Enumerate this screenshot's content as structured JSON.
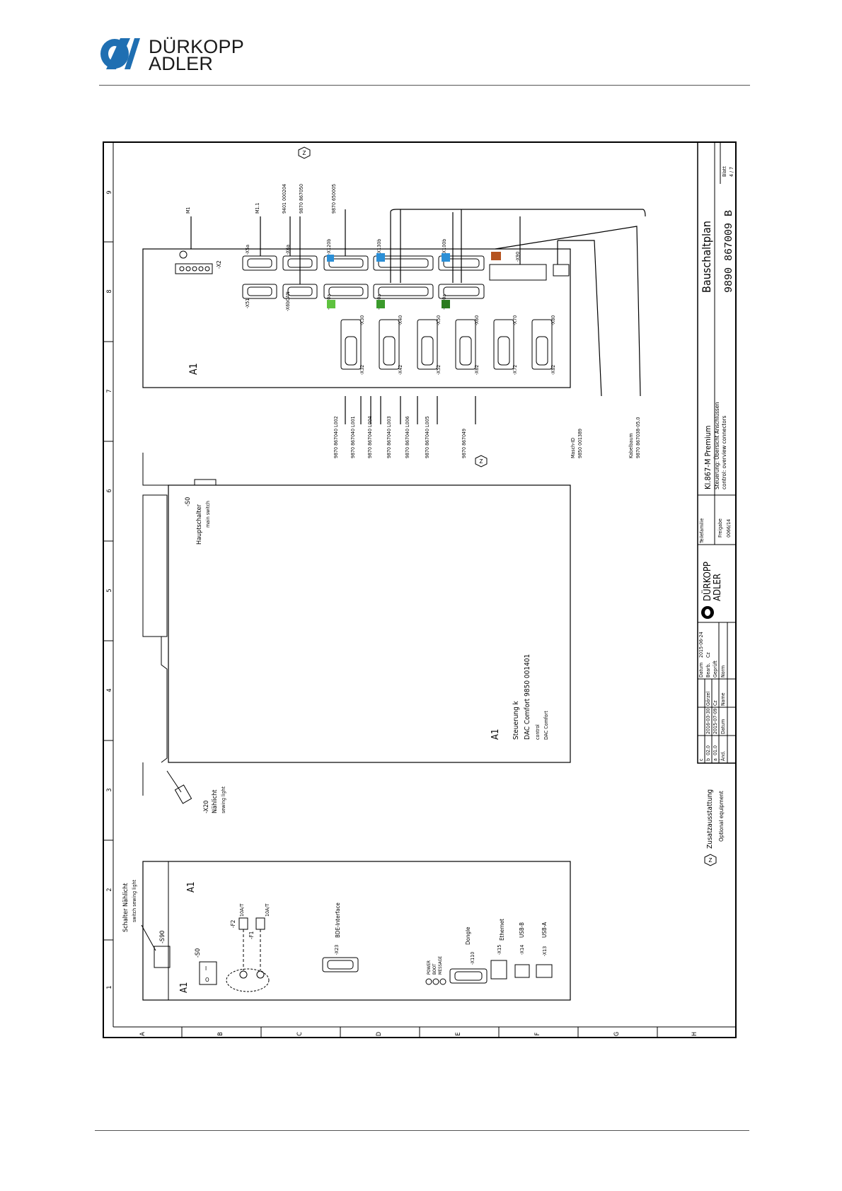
{
  "header": {
    "brand_line1": "DÜRKOPP",
    "brand_line2": "ADLER",
    "brand_color": "#1f6fb2"
  },
  "grid": {
    "columns": [
      "1",
      "2",
      "3",
      "4",
      "5",
      "6",
      "7",
      "8",
      "9"
    ],
    "rows": [
      "A",
      "B",
      "C",
      "D",
      "E",
      "F",
      "G",
      "H"
    ]
  },
  "top_unit": {
    "a1": "A1",
    "connectors": [
      "-X2",
      "-X5a",
      "-X6a",
      "-X120b",
      "-X130b",
      "-X100b",
      "-X90",
      "-X51",
      "-X6bCAN",
      "-X120a",
      "-X130a",
      "-X100a",
      "-X30",
      "-X40",
      "-X50",
      "-X60",
      "-X70",
      "-X80",
      "-X32",
      "-X42",
      "-X52",
      "-X62",
      "-X72",
      "-X82"
    ],
    "cables_top": [
      "M1",
      "M1.1",
      "9401 000204",
      "9870 867050",
      "9870 650005"
    ],
    "cables_bottom": [
      "9870 867040 L002",
      "9870 867040 L001",
      "9870 867040 L004",
      "9870 867040 L003",
      "9870 867040 L006",
      "9870 867040 L005",
      "9870 867049"
    ],
    "masch_id_label": "Masch-ID",
    "masch_id_number": "9850 001389",
    "kabelbaum_label": "Kabelbaum",
    "kabelbaum_number": "9870 867038-05.0",
    "optional_mark": "Z"
  },
  "middle_unit": {
    "main_switch_ref": "-S0",
    "main_switch_de": "Hauptschalter",
    "main_switch_en": "main switch",
    "control_ref": "A1",
    "control_title": "Steuerung k",
    "control_product": "DAC Comfort 9850 001401",
    "control_en1": "control",
    "control_en2": "DAC Comfort",
    "x20_ref": "-X20",
    "x20_de": "Nählicht",
    "x20_en": "sewing light"
  },
  "bottom_unit": {
    "a1": "A1",
    "a1_inner": "A1",
    "s0": "-S0",
    "switch_off": "O",
    "switch_on": "I",
    "f1": "-F1",
    "f2": "-F2",
    "fuse_rating": "10A/T",
    "s90": "-S90",
    "s90_de": "Schalter Nählicht",
    "s90_en": "switch sewing light",
    "x23": "-X23",
    "bde": "BDE-Interface",
    "leds": [
      "POWER",
      "BOOT",
      "MESSAGE"
    ],
    "x110": "-X110",
    "dongle": "Dongle",
    "x15": "-X15",
    "ethernet": "Ethernet",
    "x14": "-X14",
    "usb_b": "USB-B",
    "x13": "-X13",
    "usb_a": "USB-A"
  },
  "legend": {
    "mark": "Z",
    "de": "Zusatzausstattung",
    "en": "Optional equipment"
  },
  "title_block": {
    "rev_c": "c",
    "rev_b": "b",
    "rev_a": "a",
    "rev_b_ver": "02.0",
    "rev_b_date": "2016-03-30",
    "rev_b_name": "Görzel",
    "rev_a_ver": "01.0",
    "rev_a_date": "2015-07-09",
    "rev_a_name": "Cz",
    "hdr_aend": "Änd.",
    "hdr_datum": "Datum",
    "hdr_name": "Name",
    "lbl_datum": "Datum",
    "lbl_bearb": "Bearb.",
    "lbl_gepr": "Geprüft",
    "lbl_norm": "Norm",
    "val_datum": "2015-06-24",
    "val_bearb": "Cz",
    "brand1": "DÜRKOPP",
    "brand2": "ADLER",
    "teilefamilie": "Teilefamilie",
    "freigabe": "Freigabe",
    "freigabe_no": "0066/14",
    "title": "Kl.867-M Premium",
    "subtitle_de": "Steuerung: Übersicht Anschlüssen",
    "subtitle_en": "control: overview connectors",
    "doc_type": "Bauschaltplan",
    "doc_number": "9890   867009   B",
    "blatt": "Blatt",
    "blatt_no": "4 / 7"
  }
}
